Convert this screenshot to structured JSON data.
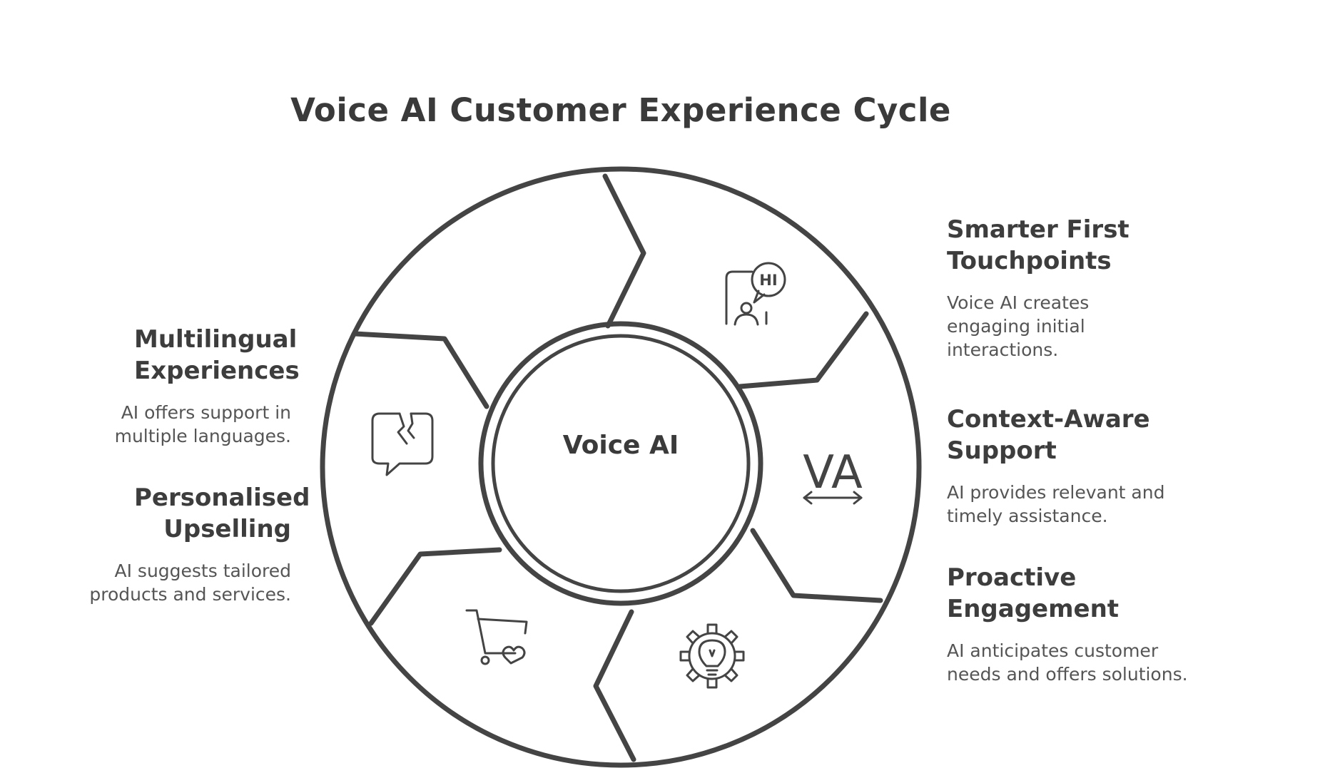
{
  "title": "Voice AI Customer Experience Cycle",
  "center": {
    "label": "Voice AI"
  },
  "stages": [
    {
      "id": "smarter-first-touchpoints",
      "heading": "Smarter First Touchpoints",
      "description": "Voice AI creates engaging initial interactions.",
      "icon": "phone-chat-hi-icon",
      "icon_text": "HI"
    },
    {
      "id": "context-aware-support",
      "heading": "Context-Aware Support",
      "description": "AI provides relevant and timely assistance.",
      "icon": "voice-assistant-va-icon",
      "icon_text": "VA"
    },
    {
      "id": "proactive-engagement",
      "heading": "Proactive Engagement",
      "description": "AI anticipates customer needs and offers solutions.",
      "icon": "gear-lightbulb-icon"
    },
    {
      "id": "personalised-upselling",
      "heading": "Personalised Upselling",
      "description": "AI suggests tailored products and services.",
      "icon": "cart-heart-icon"
    },
    {
      "id": "multilingual-experiences",
      "heading": "Multilingual Experiences",
      "description": "AI offers support in multiple languages.",
      "icon": "broken-speech-bubble-icon"
    }
  ],
  "colors": {
    "stroke": "#444444",
    "heading": "#3d3d3d",
    "body_text": "#555555",
    "background": "#ffffff"
  }
}
